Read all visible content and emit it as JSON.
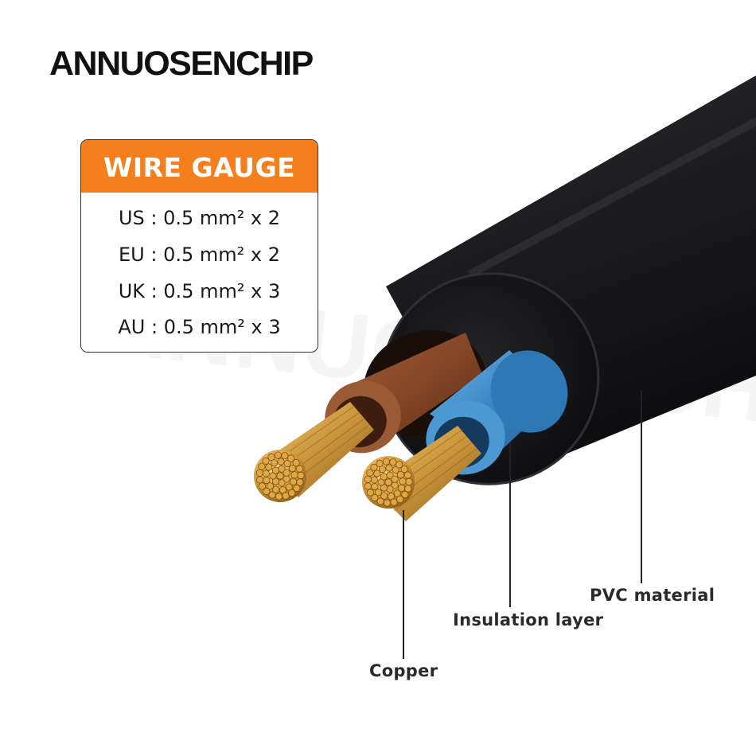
{
  "brand": {
    "name": "ANNUOSENCHIP",
    "watermark": "ANNUOSENCHIP"
  },
  "wire_gauge": {
    "title": "WIRE GAUGE",
    "rows": [
      "US : 0.5 mm² x 2",
      "EU : 0.5 mm² x 2",
      "UK : 0.5 mm² x 3",
      "AU : 0.5 mm² x 3"
    ]
  },
  "labels": {
    "pvc": "PVC material",
    "insulation": "Insulation layer",
    "copper": "Copper"
  },
  "colors": {
    "accent": "#f47f1c",
    "jacket": "#1c1c1e",
    "brown_core": "#8a4a2a",
    "blue_core": "#3a86c6",
    "copper": "#c9953b"
  }
}
